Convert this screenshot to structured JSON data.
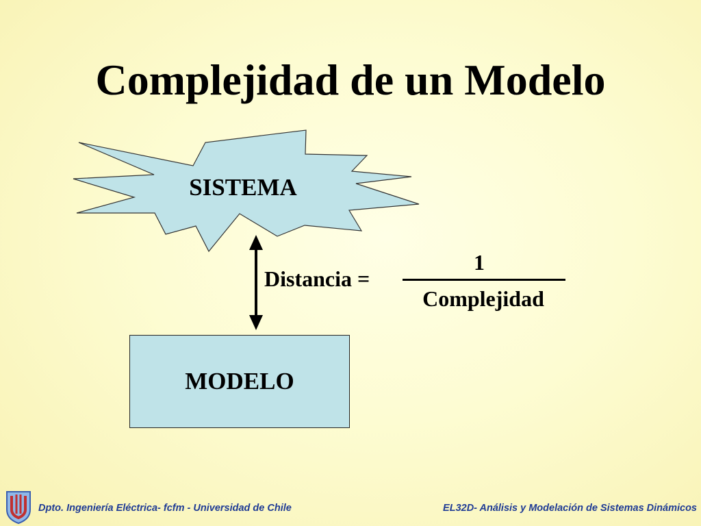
{
  "slide": {
    "title": "Complejidad de un Modelo"
  },
  "diagram": {
    "system_label": "SISTEMA",
    "model_label": "MODELO",
    "formula": {
      "lhs": "Distancia =",
      "numerator": "1",
      "denominator": "Complejidad"
    }
  },
  "footer": {
    "left": "Dpto.  Ingeniería Eléctrica- fcfm - Universidad de Chile",
    "right": "EL32D- Análisis y Modelación de Sistemas Dinámicos"
  },
  "colors": {
    "shape_fill": "#bfe3e8",
    "footer_text": "#1f3b95"
  },
  "icons": {
    "logo": "university-logo-icon"
  }
}
